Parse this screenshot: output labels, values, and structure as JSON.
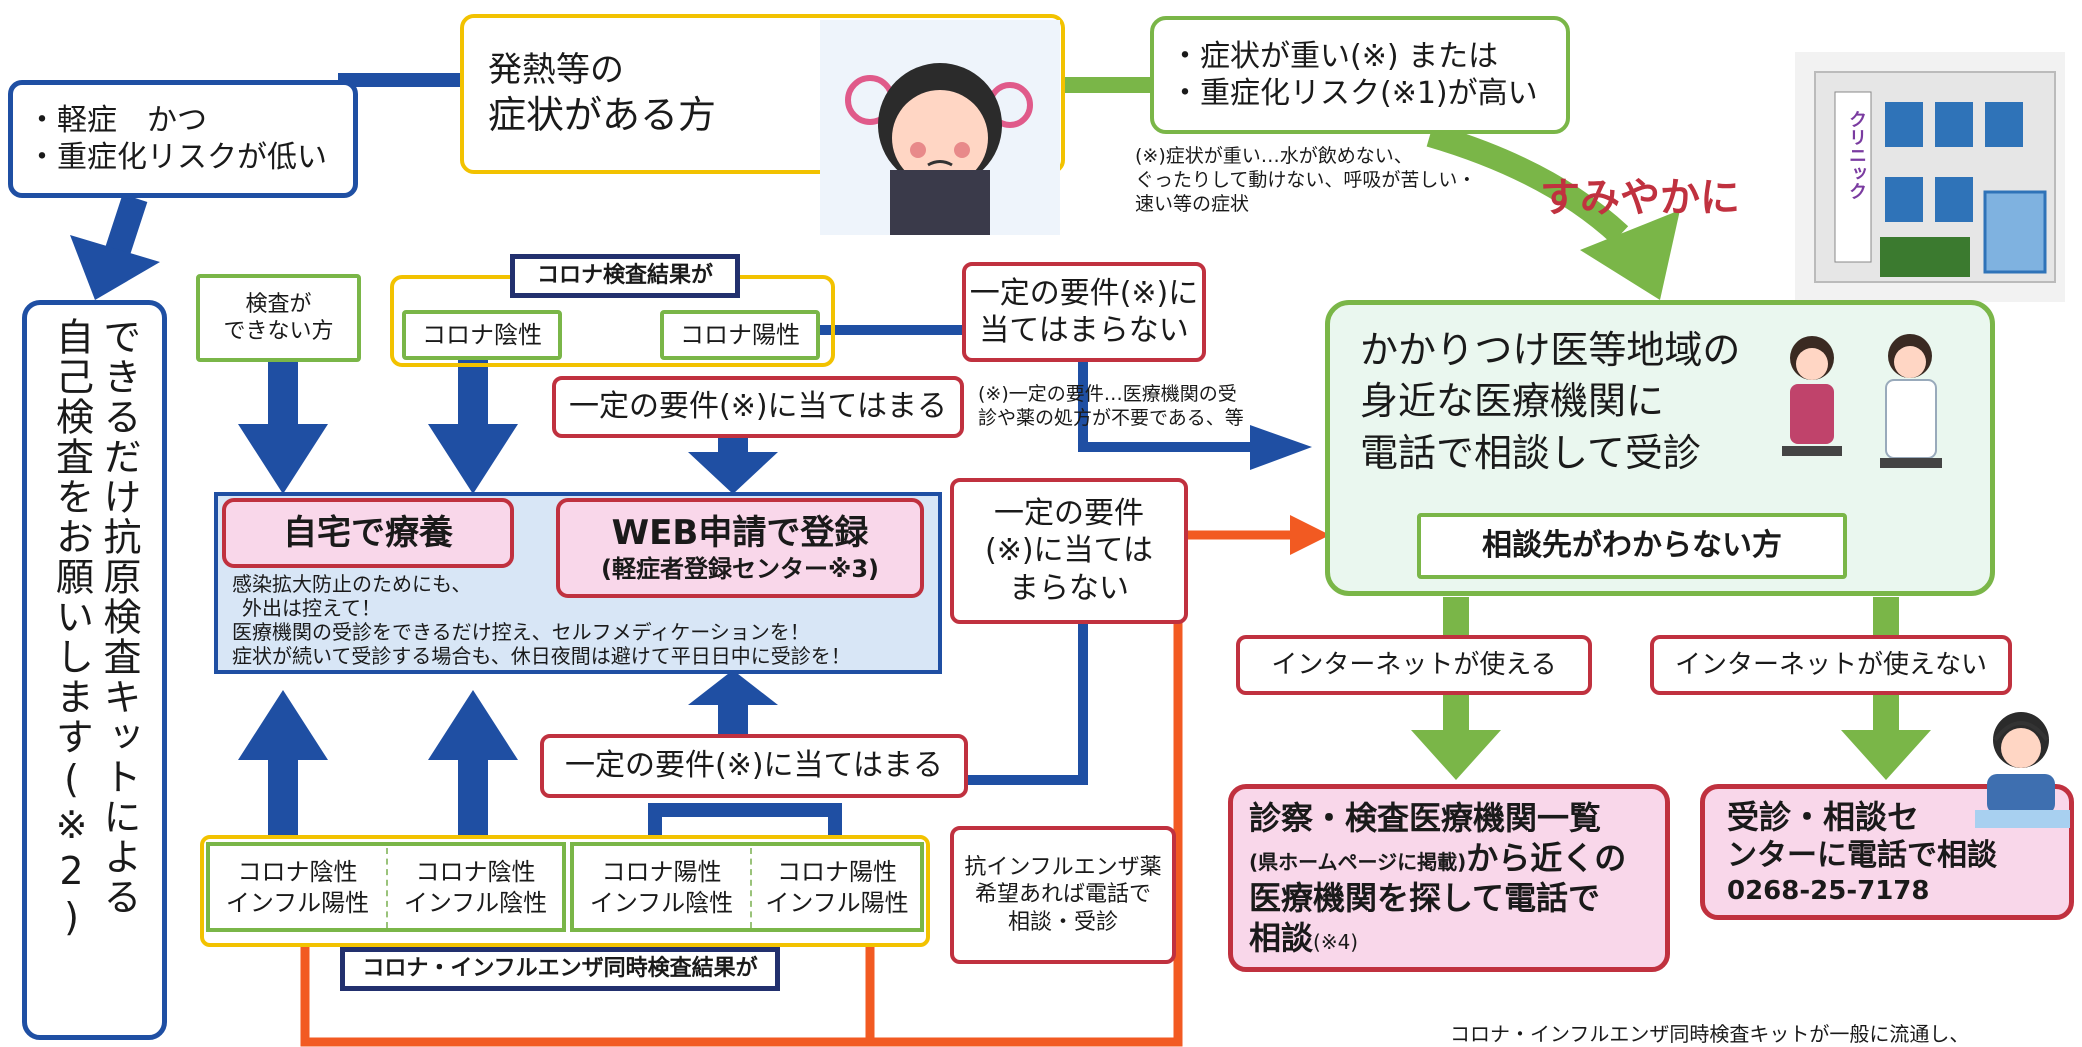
{
  "fever": {
    "line1": "発熱等の",
    "line2": "症状がある方"
  },
  "mild": {
    "line1": "・軽症　かつ",
    "line2": "・重症化リスクが低い"
  },
  "severe": {
    "line1": "・症状が重い(※) または",
    "line2": "・重症化リスク(※1)が高い"
  },
  "severe_note": {
    "line1": "(※)症状が重い…水が飲めない、",
    "line2": "ぐったりして動けない、呼吸が苦しい・",
    "line3": "速い等の症状"
  },
  "sumiyaka": "すみやかに",
  "clinic_sign": "クリニック",
  "self_test": {
    "col1": "できるだけ抗原検査キットによる",
    "col2": "自己検査をお願いします(※2)"
  },
  "corona_results": {
    "header": "コロナ検査結果が",
    "cannot": {
      "line1": "検査が",
      "line2": "できない方"
    },
    "negative": "コロナ陰性",
    "positive": "コロナ陽性"
  },
  "req_not_match_top": {
    "line1": "一定の要件(※)に",
    "line2": "当てはまらない"
  },
  "req_match_top": "一定の要件(※)に当てはまる",
  "req_note": {
    "line1": "(※)一定の要件…医療機関の受",
    "line2": "診や薬の処方が不要である、等"
  },
  "home_care": "自宅で療養",
  "web_register": {
    "line1": "WEB申請で登録",
    "line2": "(軽症者登録センター※3)"
  },
  "home_notes": {
    "line1": "感染拡大防止のためにも、",
    "line2": "外出は控えて！",
    "line3": "医療機関の受診をできるだけ控え、セルフメディケーションを！",
    "line4": "症状が続いて受診する場合も、休日夜間は避けて平日日中に受診を！"
  },
  "req_not_match_mid": {
    "line1": "一定の要件",
    "line2": "(※)に当ては",
    "line3": "まらない"
  },
  "req_match_bottom": "一定の要件(※)に当てはまる",
  "combo_results": {
    "header": "コロナ・インフルエンザ同時検査結果が",
    "cells": [
      {
        "line1": "コロナ陰性",
        "line2": "インフル陽性"
      },
      {
        "line1": "コロナ陰性",
        "line2": "インフル陰性"
      },
      {
        "line1": "コロナ陽性",
        "line2": "インフル陰性"
      },
      {
        "line1": "コロナ陽性",
        "line2": "インフル陽性"
      }
    ]
  },
  "flu_drug": {
    "line1": "抗インフルエンザ薬",
    "line2": "希望あれば電話で",
    "line3": "相談・受診"
  },
  "family_doctor": {
    "line1": "かかりつけ医等地域の",
    "line2": "身近な医療機関に",
    "line3": "電話で相談して受診"
  },
  "unknown_consult": "相談先がわからない方",
  "internet_yes": "インターネットが使える",
  "internet_no": "インターネットが使えない",
  "clinic_list": {
    "line1": "診察・検査医療機関一覧",
    "line2a": "(県ホームページに掲載)",
    "line2b": "から近くの",
    "line3": "医療機関を探して電話で",
    "line4a": "相談",
    "line4b": "(※4)"
  },
  "consult_center": {
    "line1": "受診・相談セ",
    "line2": "ンターに電話で相談",
    "phone": "0268-25-7178"
  },
  "footer": "コロナ・インフルエンザ同時検査キットが一般に流通し、",
  "colors": {
    "red": "#c0313f",
    "green": "#7ab648",
    "navy": "#1f4fa3",
    "orange": "#f25a22",
    "yellow": "#f2c200",
    "pink": "#f9d7ea"
  }
}
